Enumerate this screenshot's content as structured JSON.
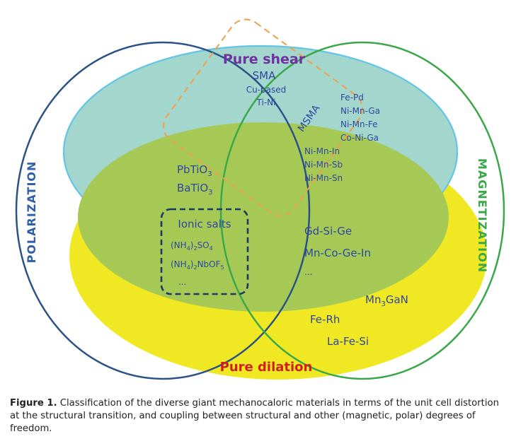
{
  "regions": {
    "pure_shear": "Pure shear",
    "pure_dilation": "Pure dilation",
    "polarization": "POLARIZATION",
    "magnetization": "MAGNETIZATION",
    "msma": "MSMA"
  },
  "sma": {
    "title": "SMA",
    "items": [
      "Cu-based",
      "Ti-Ni"
    ]
  },
  "msma_materials": [
    "Fe-Pd",
    "Ni-Mn-Ga",
    "Ni-Mn-Fe",
    "Co-Ni-Ga",
    "Ni-Mn-In",
    "Ni-Mn-Sb",
    "Ni-Mn-Sn"
  ],
  "ferroelectrics": [
    {
      "base": "PbTiO",
      "sub": "3"
    },
    {
      "base": "BaTiO",
      "sub": "3"
    }
  ],
  "ionic_salts": {
    "title": "Ionic salts",
    "formula1": {
      "p1": "(NH",
      "s1": "4",
      "p2": ")",
      "s2": "2",
      "p3": "SO",
      "s3": "4"
    },
    "formula2": {
      "p1": "(NH",
      "s1": "4",
      "p2": ")",
      "s2": "2",
      "p3": "NbOF",
      "s3": "5"
    },
    "ellipsis": "..."
  },
  "magnetocaloric": [
    "Gd-Si-Ge",
    "Mn-Co-Ge-In",
    "..."
  ],
  "mn3gan": {
    "p1": "Mn",
    "s1": "3",
    "p2": "GaN"
  },
  "dilation_items": [
    "Fe-Rh",
    "La-Fe-Si"
  ],
  "caption": {
    "label": "Figure 1.",
    "text": "Classification of the diverse giant mechanocaloric materials in terms of the unit cell distortion at the structural transition, and coupling between structural and other (magnetic, polar) degrees of freedom."
  },
  "colors": {
    "shear_fill": "#a3d6cc",
    "shear_stroke": "#62c4e6",
    "green_fill": "#a6c956",
    "yellow_fill": "#f0e823",
    "polarization": "#2b5286",
    "magnetization": "#3aa84a",
    "msma": "#f0a04a",
    "purple": "#7030a0",
    "red": "#d11f1f",
    "text_blue": "#2f46a0"
  }
}
